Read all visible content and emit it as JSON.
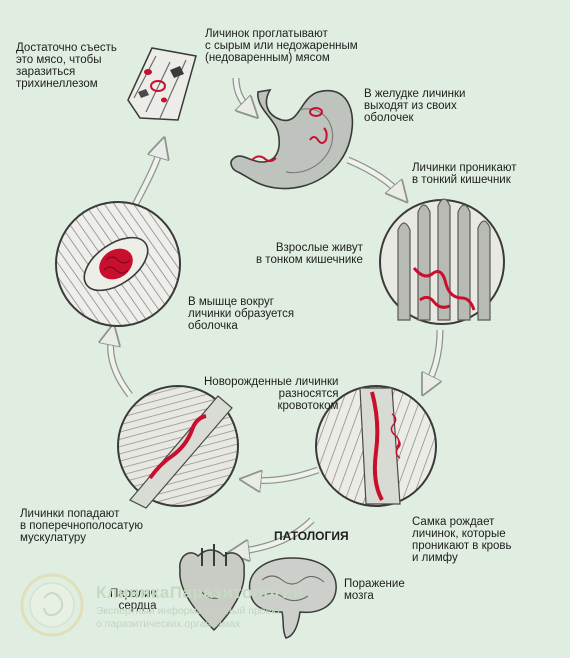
{
  "labels": {
    "eat_meat": "Достаточно съесть\nэто мясо, чтобы\nзаразиться\nтрихинеллезом",
    "swallow": "Личинок проглатывают\nс сырым или недожаренным\n(недоваренным) мясом",
    "stomach": "В желудке личинки\nвыходят из своих\nоболочек",
    "penetrate": "Личинки проникают\nв тонкий кишечник",
    "adults": "Взрослые живут\nв тонком кишечнике",
    "capsule": "В мышце вокруг\nличинки образуется\nоболочка",
    "newborn": "Новорожденные личинки\nразносятся\nкровотоком",
    "muscle": "Личинки попадают\nв поперечнополосатую\nмускулатуру",
    "female": "Самка рождает\nличинок, которые\nпроникают в кровь\nи лимфу",
    "pathology": "ПАТОЛОГИЯ",
    "heart": "Паралич\nсердца",
    "brain": "Поражение\nмозга"
  },
  "watermark": {
    "title": "КлиникаПаразитологии",
    "subtitle": "Экспертный информационный проект\nо паразитических организмах"
  },
  "colors": {
    "background": "#dfeee0",
    "worm": "#c8102e",
    "outline": "#3a3a3a",
    "arrow": "#d8ddd6"
  }
}
